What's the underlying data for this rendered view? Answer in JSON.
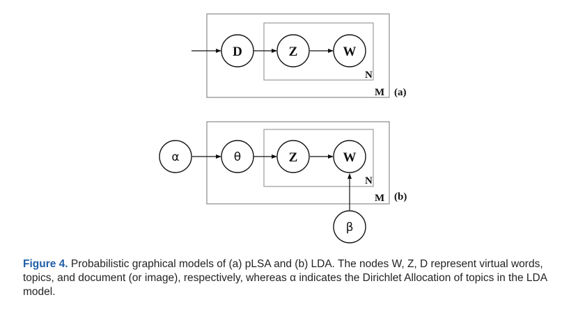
{
  "diagram_a": {
    "nodes": {
      "d": "D",
      "z": "Z",
      "w": "W"
    },
    "plates": {
      "inner": "N",
      "outer": "M"
    },
    "panel_label": "(a)"
  },
  "diagram_b": {
    "nodes": {
      "alpha": "α",
      "theta": "θ",
      "z": "Z",
      "w": "W",
      "beta": "β"
    },
    "plates": {
      "inner": "N",
      "outer": "M"
    },
    "panel_label": "(b)"
  },
  "caption": {
    "label": "Figure 4.",
    "text": " Probabilistic graphical models of (a) pLSA and (b) LDA. The nodes W, Z, D represent virtual words, topics, and document (or image), respectively, whereas α indicates the Dirichlet Allocation of topics in the LDA model."
  }
}
